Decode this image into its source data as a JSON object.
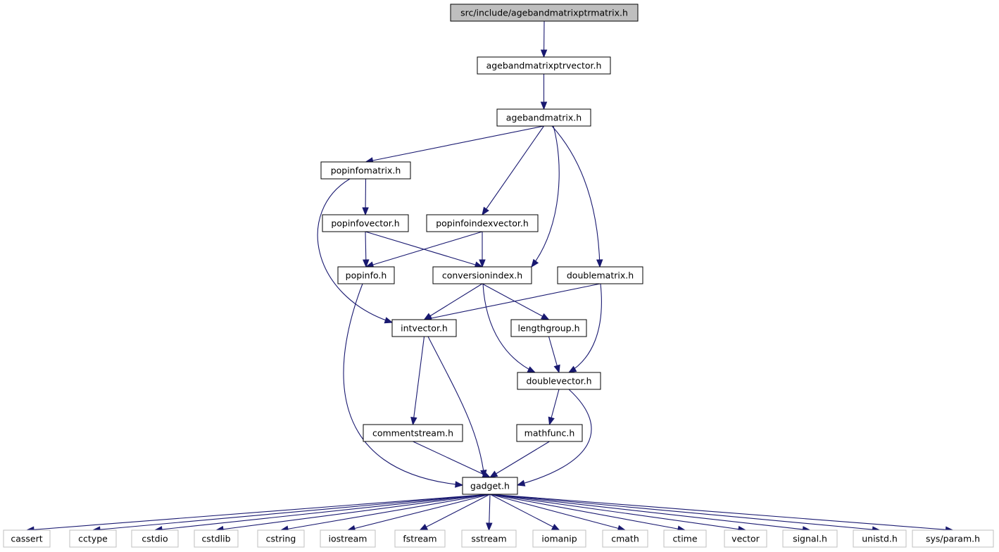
{
  "diagram": {
    "title": "",
    "nodes": [
      {
        "id": "root",
        "label": "src/include/agebandmatrixptrmatrix.h",
        "kind": "root"
      },
      {
        "id": "abmpv",
        "label": "agebandmatrixptrvector.h",
        "kind": "local"
      },
      {
        "id": "abm",
        "label": "agebandmatrix.h",
        "kind": "local"
      },
      {
        "id": "pim",
        "label": "popinfomatrix.h",
        "kind": "local"
      },
      {
        "id": "piv",
        "label": "popinfovector.h",
        "kind": "local"
      },
      {
        "id": "piiv",
        "label": "popinfoindexvector.h",
        "kind": "local"
      },
      {
        "id": "pi",
        "label": "popinfo.h",
        "kind": "local"
      },
      {
        "id": "ci",
        "label": "conversionindex.h",
        "kind": "local"
      },
      {
        "id": "dm",
        "label": "doublematrix.h",
        "kind": "local"
      },
      {
        "id": "iv",
        "label": "intvector.h",
        "kind": "local"
      },
      {
        "id": "lg",
        "label": "lengthgroup.h",
        "kind": "local"
      },
      {
        "id": "dv",
        "label": "doublevector.h",
        "kind": "local"
      },
      {
        "id": "cs",
        "label": "commentstream.h",
        "kind": "local"
      },
      {
        "id": "mf",
        "label": "mathfunc.h",
        "kind": "local"
      },
      {
        "id": "gadget",
        "label": "gadget.h",
        "kind": "local"
      },
      {
        "id": "cassert",
        "label": "cassert",
        "kind": "system"
      },
      {
        "id": "cctype",
        "label": "cctype",
        "kind": "system"
      },
      {
        "id": "cstdio",
        "label": "cstdio",
        "kind": "system"
      },
      {
        "id": "cstdlib",
        "label": "cstdlib",
        "kind": "system"
      },
      {
        "id": "cstring",
        "label": "cstring",
        "kind": "system"
      },
      {
        "id": "iostream",
        "label": "iostream",
        "kind": "system"
      },
      {
        "id": "fstream",
        "label": "fstream",
        "kind": "system"
      },
      {
        "id": "sstream",
        "label": "sstream",
        "kind": "system"
      },
      {
        "id": "iomanip",
        "label": "iomanip",
        "kind": "system"
      },
      {
        "id": "cmath",
        "label": "cmath",
        "kind": "system"
      },
      {
        "id": "ctime",
        "label": "ctime",
        "kind": "system"
      },
      {
        "id": "vector",
        "label": "vector",
        "kind": "system"
      },
      {
        "id": "signal",
        "label": "signal.h",
        "kind": "system"
      },
      {
        "id": "unistd",
        "label": "unistd.h",
        "kind": "system"
      },
      {
        "id": "sysparam",
        "label": "sys/param.h",
        "kind": "system"
      }
    ],
    "edges": [
      {
        "from": "root",
        "to": "abmpv"
      },
      {
        "from": "abmpv",
        "to": "abm"
      },
      {
        "from": "abm",
        "to": "pim"
      },
      {
        "from": "abm",
        "to": "piiv"
      },
      {
        "from": "abm",
        "to": "ci"
      },
      {
        "from": "abm",
        "to": "dm"
      },
      {
        "from": "pim",
        "to": "piv"
      },
      {
        "from": "pim",
        "to": "iv"
      },
      {
        "from": "piv",
        "to": "pi"
      },
      {
        "from": "piv",
        "to": "ci"
      },
      {
        "from": "piiv",
        "to": "pi"
      },
      {
        "from": "piiv",
        "to": "ci"
      },
      {
        "from": "pi",
        "to": "gadget"
      },
      {
        "from": "ci",
        "to": "iv"
      },
      {
        "from": "ci",
        "to": "lg"
      },
      {
        "from": "ci",
        "to": "dv"
      },
      {
        "from": "dm",
        "to": "iv"
      },
      {
        "from": "dm",
        "to": "dv"
      },
      {
        "from": "iv",
        "to": "cs"
      },
      {
        "from": "iv",
        "to": "gadget"
      },
      {
        "from": "lg",
        "to": "dv"
      },
      {
        "from": "dv",
        "to": "mf"
      },
      {
        "from": "dv",
        "to": "gadget"
      },
      {
        "from": "cs",
        "to": "gadget"
      },
      {
        "from": "mf",
        "to": "gadget"
      },
      {
        "from": "gadget",
        "to": "cassert"
      },
      {
        "from": "gadget",
        "to": "cctype"
      },
      {
        "from": "gadget",
        "to": "cstdio"
      },
      {
        "from": "gadget",
        "to": "cstdlib"
      },
      {
        "from": "gadget",
        "to": "cstring"
      },
      {
        "from": "gadget",
        "to": "iostream"
      },
      {
        "from": "gadget",
        "to": "fstream"
      },
      {
        "from": "gadget",
        "to": "sstream"
      },
      {
        "from": "gadget",
        "to": "iomanip"
      },
      {
        "from": "gadget",
        "to": "cmath"
      },
      {
        "from": "gadget",
        "to": "ctime"
      },
      {
        "from": "gadget",
        "to": "vector"
      },
      {
        "from": "gadget",
        "to": "signal"
      },
      {
        "from": "gadget",
        "to": "unistd"
      },
      {
        "from": "gadget",
        "to": "sysparam"
      }
    ]
  }
}
